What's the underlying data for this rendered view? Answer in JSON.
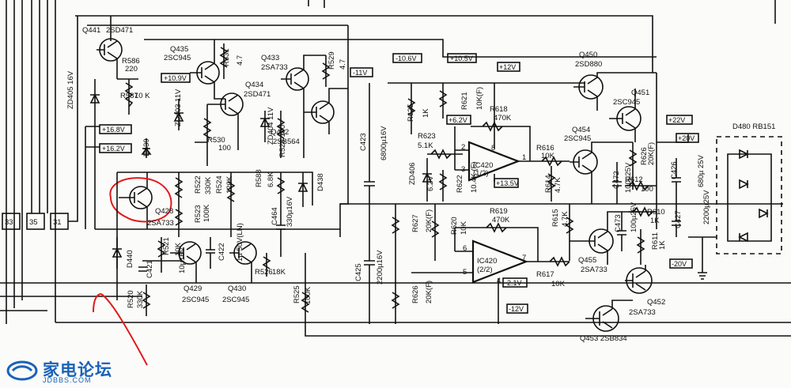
{
  "schematic": {
    "connectors": [
      "33",
      "35",
      "31"
    ],
    "transistors": [
      {
        "ref": "Q441",
        "part": "2SD471"
      },
      {
        "ref": "Q435",
        "part": "2SC945"
      },
      {
        "ref": "Q433",
        "part": "2SA733"
      },
      {
        "ref": "Q434",
        "part": "2SD471"
      },
      {
        "ref": "Q432",
        "part": "2SB564"
      },
      {
        "ref": "Q428",
        "part": "2SA733"
      },
      {
        "ref": "Q429",
        "part": "2SC945"
      },
      {
        "ref": "Q430",
        "part": "2SC945"
      },
      {
        "ref": "Q450",
        "part": "2SD880"
      },
      {
        "ref": "Q451",
        "part": "2SC945"
      },
      {
        "ref": "Q454",
        "part": "2SC945"
      },
      {
        "ref": "Q455",
        "part": "2SA733"
      },
      {
        "ref": "Q452",
        "part": "2SA733"
      },
      {
        "ref": "Q453",
        "part": "2SB834"
      }
    ],
    "resistors": [
      {
        "ref": "R586",
        "value": "220"
      },
      {
        "ref": "R587",
        "value": "10 K"
      },
      {
        "ref": "R531",
        "value": "4.7"
      },
      {
        "ref": "R529",
        "value": "4.7"
      },
      {
        "ref": "R530",
        "value": "100"
      },
      {
        "ref": "R528",
        "value": "100"
      },
      {
        "ref": "R522",
        "value": "330K"
      },
      {
        "ref": "R523",
        "value": "100K"
      },
      {
        "ref": "R524",
        "value": "120K"
      },
      {
        "ref": "R588",
        "value": "6.8K"
      },
      {
        "ref": "R521",
        "value": "10K"
      },
      {
        "ref": "R526",
        "value": "18K"
      },
      {
        "ref": "R520",
        "value": "330K"
      },
      {
        "ref": "R525",
        "value": "100K"
      },
      {
        "ref": "R625",
        "value": "1K"
      },
      {
        "ref": "R621",
        "value": "10K(F)"
      },
      {
        "ref": "R623",
        "value": "5.1K"
      },
      {
        "ref": "R622",
        "value": "10.4K (F)"
      },
      {
        "ref": "R618",
        "value": "470K"
      },
      {
        "ref": "R616",
        "value": "10K"
      },
      {
        "ref": "R614",
        "value": "4.7K"
      },
      {
        "ref": "R627",
        "value": "20K(F)"
      },
      {
        "ref": "R620",
        "value": "10K"
      },
      {
        "ref": "R619",
        "value": "470K"
      },
      {
        "ref": "R615",
        "value": "4.7K"
      },
      {
        "ref": "R617",
        "value": "10K"
      },
      {
        "ref": "R626",
        "value": "20K(F)"
      },
      {
        "ref": "R612",
        "value": "100"
      },
      {
        "ref": "R610",
        "value": "1K"
      },
      {
        "ref": "R611",
        "value": "1K"
      },
      {
        "ref": "R613",
        "value": "100"
      }
    ],
    "capacitors": [
      {
        "ref": "C423",
        "value": "6800µ16V"
      },
      {
        "ref": "C425",
        "value": "2200µ16V"
      },
      {
        "ref": "C421",
        "value": "10µ16V"
      },
      {
        "ref": "C422",
        "value": "1µ 50V(LN)"
      },
      {
        "ref": "C464",
        "value": "330µ16V"
      },
      {
        "ref": "C472",
        "value": "100µ25V"
      },
      {
        "ref": "C473",
        "value": "100µ25V"
      },
      {
        "ref": "C426",
        "value": "680µ 25V"
      },
      {
        "ref": "C427",
        "value": "2200µ25V"
      }
    ],
    "diodes": [
      {
        "ref": "ZD405",
        "value": "16V"
      },
      {
        "ref": "ZD403",
        "value": "11V"
      },
      {
        "ref": "ZD404",
        "value": "11V"
      },
      {
        "ref": "ZD406",
        "value": "6.2V"
      },
      {
        "ref": "D439",
        "value": ""
      },
      {
        "ref": "D438",
        "value": ""
      },
      {
        "ref": "D440",
        "value": ""
      },
      {
        "ref": "D480",
        "value": "RB151"
      }
    ],
    "ics": [
      {
        "ref": "IC420",
        "unit": "(1/2)"
      },
      {
        "ref": "IC420",
        "unit": "(2/2)"
      }
    ],
    "pins": [
      "2",
      "3",
      "8",
      "1",
      "6",
      "5",
      "7",
      "4"
    ],
    "voltage_tags": [
      "+10.9V",
      "-11V",
      "-10.6V",
      "+10.5V",
      "+12V",
      "+6.2V",
      "+16.8V",
      "+16.2V",
      "+13.5V",
      "+20V",
      "+22V",
      "-2.1V",
      "-12V",
      "-20V"
    ],
    "highlighted_part": "Q428"
  },
  "watermark": {
    "text": "家电论坛",
    "url": "JDBBS.COM"
  }
}
